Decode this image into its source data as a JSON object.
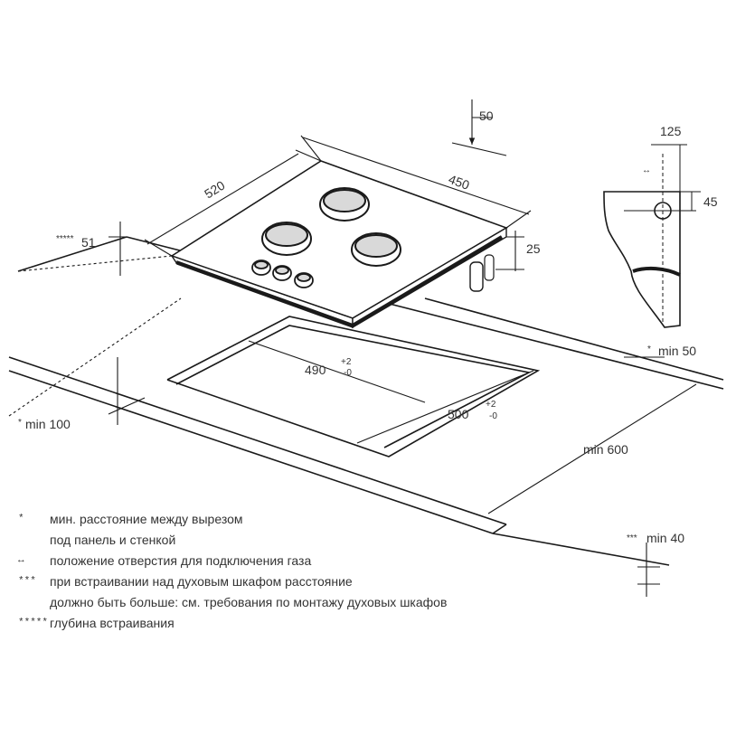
{
  "dimensions": {
    "d50": "50",
    "d450": "450",
    "d520": "520",
    "d51": "51",
    "d25": "25",
    "d125": "125",
    "d45": "45",
    "cutout_width": "490",
    "cutout_width_tol_plus": "+2",
    "cutout_width_tol_minus": "-0",
    "cutout_depth": "500",
    "cutout_depth_tol_plus": "+2",
    "cutout_depth_tol_minus": "-0",
    "min50": "min 50",
    "min600": "min 600",
    "min100": "min 100",
    "min40": "min 40"
  },
  "markers": {
    "star": "*",
    "arrows": "↔",
    "dashes": "***",
    "dashes_long": "*****"
  },
  "legend": [
    {
      "mark": "*",
      "text": "мин. расстояние между вырезом"
    },
    {
      "mark": "",
      "text": "под панель и стенкой"
    },
    {
      "mark": "↔",
      "text": "положение отверстия для подключения газа"
    },
    {
      "mark": "***",
      "text": "при встраивании над духовым шкафом расстояние"
    },
    {
      "mark": "",
      "text": "должно быть больше: см. требования по монтажу духовых шкафов"
    },
    {
      "mark": "*****",
      "text": "глубина встраивания"
    }
  ],
  "colors": {
    "line": "#1a1a1a",
    "text": "#333333",
    "burner_fill": "#d9d9d9"
  }
}
